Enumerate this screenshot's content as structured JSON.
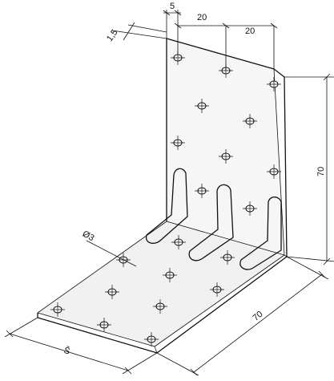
{
  "dimensions": {
    "offset_top": "5",
    "spacing_1": "20",
    "spacing_2": "20",
    "thickness": "1,5",
    "height": "70",
    "depth": "70",
    "width": "Š",
    "hole_diameter": "Ø3"
  },
  "colors": {
    "line": "#111111",
    "vertical_face": "#f6f6f6",
    "base_face": "#f1f1f1",
    "background": "#ffffff"
  }
}
